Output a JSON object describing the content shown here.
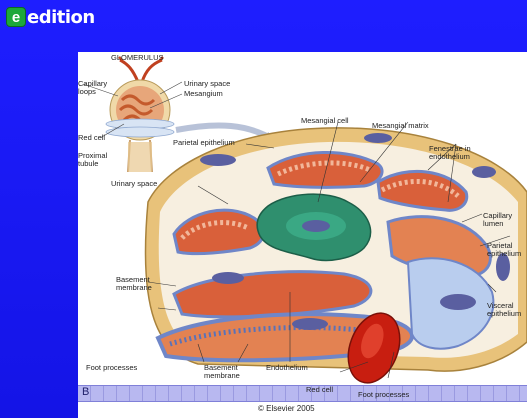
{
  "header": {
    "logo_text": "edition",
    "logo_mark": "e"
  },
  "figure": {
    "labels": {
      "glomerulus": "GLOMERULUS",
      "capillary_loops": "Capillary\nloops",
      "urinary_space_top": "Urinary space",
      "mesangium": "Mesangium",
      "red_cell_left": "Red cell",
      "proximal_tubule": "Proximal\ntubule",
      "parietal_epithelium_top": "Parietal epithelium",
      "urinary_space_mid": "Urinary space",
      "mesangial_cell": "Mesangial cell",
      "mesangial_matrix": "Mesangial matrix",
      "fenestrae": "Fenestrae in\nendothelium",
      "capillary_lumen": "Capillary\nlumen",
      "parietal_epithelium_right": "Parietal\nepithelium",
      "visceral_epithelium": "Visceral\nepithelium",
      "basement_membrane_left": "Basement\nmembrane",
      "foot_processes_left": "Foot processes",
      "basement_membrane_bottom": "Basement\nmembrane",
      "endothelium": "Endothelium",
      "red_cell_bottom": "Red cell",
      "foot_processes_bottom": "Foot processes"
    },
    "copyright": "© Elsevier 2005"
  },
  "strip": {
    "letter": "B"
  },
  "colors": {
    "background": "#1a1aff",
    "accent_logo": "#1da83a",
    "capsule": "#e8c27a",
    "capillary": "#d9603a",
    "mesangium": "#2f8f6e",
    "podocyte": "#7aa0d8",
    "red_cell": "#c81e10"
  }
}
